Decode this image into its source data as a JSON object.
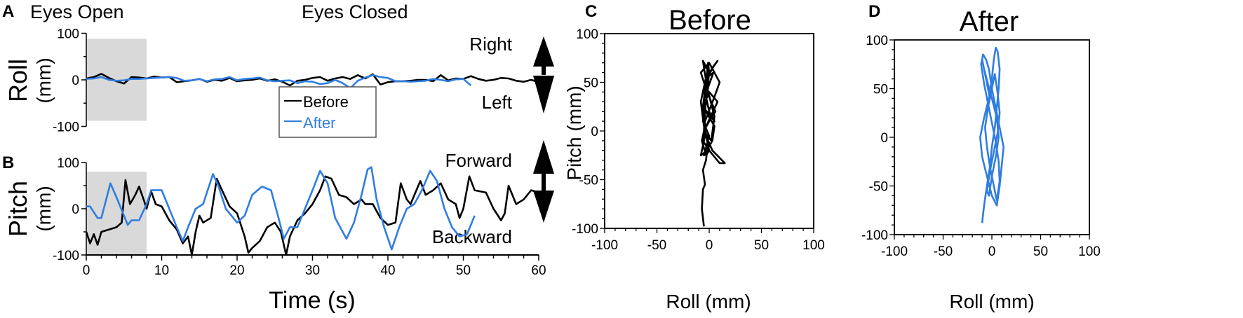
{
  "colors": {
    "before": "#000000",
    "after": "#2f7de1",
    "eyes_open_shade": "#d9d9d9"
  },
  "panel_labels": {
    "a": "A",
    "b": "B",
    "c": "C",
    "d": "D"
  },
  "phase_labels": {
    "eyes_open": "Eyes Open",
    "eyes_closed": "Eyes Closed"
  },
  "direction_labels": {
    "right": "Right",
    "left": "Left",
    "forward": "Forward",
    "backward": "Backward"
  },
  "legend": {
    "before": "Before",
    "after": "After"
  },
  "chart_data": [
    {
      "type": "line",
      "panel": "A",
      "ylabel_line1": "Roll",
      "ylabel_line2": "(mm)",
      "xlabel": "",
      "xlim": [
        0,
        60
      ],
      "ylim": [
        -100,
        100
      ],
      "yticks": [
        "100",
        "0",
        "-100"
      ],
      "shaded_region_x": [
        0,
        8
      ],
      "x": [
        0,
        1,
        2,
        3,
        4,
        5,
        6,
        7,
        8,
        9,
        10,
        11,
        12,
        13,
        14,
        15,
        16,
        17,
        18,
        19,
        20,
        21,
        22,
        23,
        24,
        25,
        26,
        27,
        28,
        29,
        30,
        31,
        32,
        33,
        34,
        35,
        36,
        37,
        38,
        39,
        40,
        41,
        42,
        43,
        44,
        45,
        46,
        47,
        48,
        49,
        50,
        51,
        52,
        53,
        54,
        55,
        56,
        57,
        58,
        59,
        60
      ],
      "series": [
        {
          "name": "Before",
          "values": [
            3,
            6,
            13,
            4,
            -3,
            -8,
            6,
            5,
            3,
            7,
            5,
            6,
            -5,
            -3,
            -1,
            2,
            -4,
            0,
            -2,
            4,
            -3,
            -1,
            0,
            3,
            -2,
            1,
            -4,
            -12,
            -2,
            0,
            4,
            6,
            -2,
            3,
            6,
            2,
            10,
            3,
            12,
            -10,
            -5,
            -3,
            -3,
            -2,
            0,
            0,
            -3,
            10,
            -1,
            3,
            2,
            8,
            2,
            -2,
            0,
            4,
            3,
            -2,
            -4,
            0,
            -5
          ]
        },
        {
          "name": "After",
          "values": [
            2,
            3,
            6,
            0,
            -2,
            -1,
            2,
            2,
            3,
            4,
            5,
            6,
            4,
            -2,
            -1,
            2,
            -3,
            1,
            2,
            6,
            -1,
            2,
            3,
            5,
            -1,
            -3,
            -2,
            -1,
            -7,
            -3,
            -4,
            -9,
            -7,
            0,
            -7,
            -18,
            -2,
            5,
            10,
            6,
            4,
            -3,
            -3,
            -4,
            -3,
            -2,
            2,
            0,
            -3,
            1,
            2,
            -12
          ]
        }
      ]
    },
    {
      "type": "line",
      "panel": "B",
      "ylabel_line1": "Pitch",
      "ylabel_line2": "(mm)",
      "xlabel": "Time (s)",
      "xlim": [
        0,
        60
      ],
      "ylim": [
        -100,
        100
      ],
      "xticks": [
        "0",
        "10",
        "20",
        "30",
        "40",
        "50",
        "60"
      ],
      "yticks": [
        "100",
        "0",
        "-100"
      ],
      "shaded_region_x": [
        0,
        8
      ],
      "series": [
        {
          "name": "Before",
          "x": [
            0,
            0.5,
            1,
            1.5,
            2,
            3,
            4,
            4.7,
            5.2,
            5.8,
            6.5,
            7,
            7.7,
            8,
            8.6,
            9.2,
            10,
            11,
            12,
            12.8,
            13.5,
            14,
            14.5,
            15,
            15.5,
            16.5,
            17.3,
            18,
            19,
            20,
            21,
            21.5,
            22,
            23,
            24,
            25,
            25.8,
            26.5,
            27,
            28,
            29,
            30,
            31,
            31.7,
            32.5,
            33.5,
            34.5,
            35.5,
            36.5,
            37,
            38,
            39,
            40,
            41,
            41.7,
            42.5,
            43,
            44.3,
            45,
            46,
            47,
            48,
            49,
            49.5,
            50,
            50.8,
            51.5,
            53,
            54,
            55,
            55.5,
            56,
            57,
            58,
            59,
            60
          ],
          "values": [
            -50,
            -75,
            -55,
            -78,
            -50,
            -45,
            -40,
            -30,
            62,
            10,
            30,
            48,
            15,
            0,
            38,
            10,
            5,
            -25,
            -45,
            -75,
            -60,
            -100,
            -50,
            -15,
            -30,
            -20,
            65,
            40,
            5,
            -10,
            -60,
            -95,
            -85,
            -70,
            -40,
            -30,
            -50,
            -100,
            -60,
            -25,
            -10,
            10,
            40,
            70,
            65,
            30,
            25,
            10,
            20,
            10,
            10,
            -20,
            -35,
            -30,
            55,
            20,
            10,
            60,
            30,
            40,
            55,
            20,
            10,
            -20,
            0,
            70,
            40,
            35,
            0,
            -25,
            -10,
            50,
            10,
            20,
            40,
            35
          ]
        },
        {
          "name": "After",
          "x": [
            0,
            0.5,
            1.5,
            2,
            3.2,
            4,
            5.5,
            6,
            7,
            8,
            8.6,
            10,
            11,
            12,
            12.8,
            13.5,
            14.5,
            15.5,
            16.8,
            17.5,
            18.5,
            20,
            21,
            22,
            23.3,
            24.5,
            25.5,
            26.2,
            27,
            28,
            29,
            30,
            31,
            32,
            33,
            34.5,
            35.5,
            36.5,
            37.3,
            37.8,
            38.5,
            39.5,
            40.5,
            41.5,
            42.5,
            43.5,
            44.5,
            45.6,
            46.5,
            47.5,
            48.5,
            49.5,
            50.5,
            51.5
          ],
          "values": [
            5,
            5,
            -20,
            -20,
            55,
            25,
            -35,
            -25,
            -25,
            10,
            40,
            40,
            0,
            -40,
            -70,
            -40,
            0,
            10,
            75,
            50,
            0,
            -30,
            -15,
            30,
            48,
            40,
            -20,
            -65,
            -40,
            -40,
            0,
            40,
            82,
            55,
            -20,
            -65,
            -30,
            30,
            85,
            90,
            20,
            -40,
            -88,
            -40,
            0,
            10,
            40,
            82,
            60,
            0,
            -40,
            -60,
            -55,
            -15
          ]
        }
      ]
    },
    {
      "type": "line",
      "panel": "C",
      "title": "Before",
      "xlabel": "Roll (mm)",
      "ylabel": "Pitch (mm)",
      "xlim": [
        -100,
        100
      ],
      "ylim": [
        -100,
        100
      ],
      "xticks": [
        "-100",
        "-50",
        "0",
        "50",
        "100"
      ],
      "yticks": [
        "100",
        "50",
        "0",
        "-50",
        "-100"
      ],
      "series": [
        {
          "name": "Before",
          "roll": [
            -5,
            -7,
            -6,
            -4,
            -6,
            -3,
            -2,
            -8,
            -3,
            -6,
            -4,
            -2,
            4,
            -1,
            -3,
            -6,
            0,
            -5,
            3,
            5,
            -6,
            -3,
            -1,
            0,
            -2,
            -4,
            -5,
            -7,
            -3,
            0,
            -5,
            -8,
            -3,
            8,
            3,
            -5,
            0,
            5,
            -6,
            0,
            8,
            -5,
            3,
            15,
            10,
            0,
            -6,
            -4,
            5,
            10,
            0,
            -8,
            -2,
            6,
            0,
            -5,
            2,
            5,
            -2,
            -6,
            0
          ],
          "pitch": [
            -98,
            -80,
            -60,
            -55,
            -40,
            -30,
            -20,
            -25,
            0,
            20,
            40,
            55,
            60,
            45,
            30,
            10,
            -5,
            -25,
            -10,
            5,
            25,
            50,
            70,
            60,
            40,
            20,
            0,
            -10,
            -25,
            -20,
            5,
            30,
            55,
            72,
            65,
            45,
            20,
            10,
            25,
            40,
            30,
            0,
            -20,
            -33,
            -33,
            -20,
            -10,
            10,
            35,
            50,
            70,
            60,
            40,
            20,
            10,
            0,
            -10,
            15,
            45,
            72,
            60
          ]
        }
      ]
    },
    {
      "type": "line",
      "panel": "D",
      "title": "After",
      "xlabel": "Roll (mm)",
      "ylabel": "",
      "xlim": [
        -100,
        100
      ],
      "ylim": [
        -100,
        100
      ],
      "xticks": [
        "-100",
        "-50",
        "0",
        "50",
        "100"
      ],
      "yticks": [
        "100",
        "50",
        "0",
        "-50",
        "-100"
      ],
      "series": [
        {
          "name": "After",
          "roll": [
            -10,
            -8,
            -5,
            -2,
            0,
            3,
            5,
            7,
            8,
            6,
            4,
            2,
            0,
            -3,
            -8,
            -12,
            -10,
            -5,
            0,
            5,
            8,
            10,
            12,
            8,
            4,
            0,
            -3,
            -6,
            -9,
            -11,
            -8,
            -4,
            0,
            4,
            7,
            8,
            5,
            2,
            -2,
            -5,
            -7,
            -4,
            0,
            3,
            6,
            8,
            6,
            2,
            -2,
            -5,
            -3,
            0,
            4,
            7,
            5,
            0,
            -4,
            -8,
            -10,
            -6,
            -2
          ],
          "pitch": [
            -88,
            -70,
            -50,
            -30,
            -10,
            10,
            30,
            50,
            70,
            88,
            92,
            80,
            60,
            40,
            20,
            0,
            -20,
            -40,
            -60,
            -70,
            -50,
            -30,
            -10,
            10,
            30,
            50,
            70,
            80,
            85,
            75,
            55,
            35,
            15,
            -5,
            -25,
            -45,
            -65,
            -50,
            -30,
            -10,
            10,
            30,
            50,
            65,
            45,
            25,
            5,
            -15,
            -35,
            -55,
            -60,
            -40,
            -20,
            0,
            20,
            40,
            55,
            70,
            80,
            60,
            40
          ]
        }
      ]
    }
  ]
}
